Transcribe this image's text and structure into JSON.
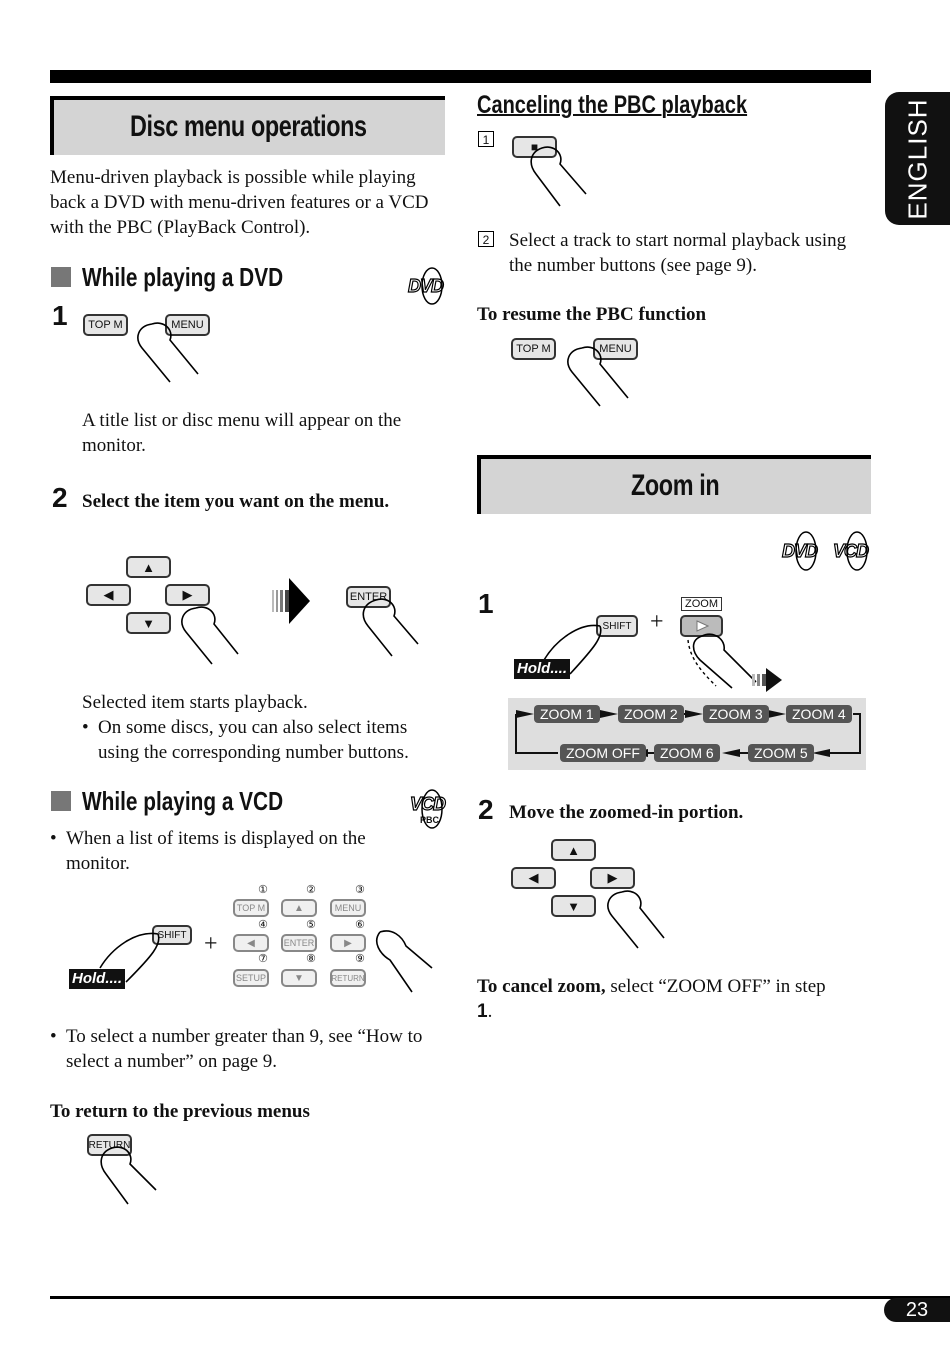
{
  "side_tab": "ENGLISH",
  "page_number": "23",
  "left": {
    "title": "Disc menu operations",
    "intro": "Menu-driven playback is possible while playing back a DVD with menu-driven features or a VCD with the PBC (PlayBack Control).",
    "dvd": {
      "heading": "While playing a DVD",
      "icon": "DVD",
      "step1_num": "1",
      "keys": {
        "topm": "TOP M",
        "menu": "MENU",
        "enter": "ENTER",
        "up": "▲",
        "down": "▼",
        "left": "◀",
        "right": "▶"
      },
      "step1_text": "A title list or disc menu will appear on the monitor.",
      "step2_num": "2",
      "step2_text": "Select the item you want on the menu.",
      "result": "Selected item starts playback.",
      "bullet": "On some discs, you can also select items using the corresponding number buttons."
    },
    "vcd": {
      "heading": "While playing a VCD",
      "icon": "VCD",
      "icon_sub": "PBC",
      "bullet1": "When a list of items is displayed on the monitor.",
      "shift": "SHIFT",
      "hold": "Hold....",
      "plus": "+",
      "grid_nums": [
        "①",
        "②",
        "③",
        "④",
        "⑤",
        "⑥",
        "⑦",
        "⑧",
        "⑨"
      ],
      "grid_keys": [
        "TOP M",
        "▲",
        "MENU",
        "◀",
        "ENTER",
        "▶",
        "SETUP",
        "▼",
        "RETURN"
      ],
      "bullet2": "To select a number greater than 9, see “How to select a number” on page 9.",
      "return_heading": "To return to the previous menus",
      "return_key": "RETURN"
    }
  },
  "right": {
    "pbc_heading": "Canceling the PBC playback",
    "step1_box": "1",
    "stop_key": "■",
    "step2_box": "2",
    "step2_text": "Select a track to start normal playback using the number buttons (see page 9).",
    "resume_heading": "To resume the PBC function",
    "resume_keys": {
      "topm": "TOP M",
      "menu": "MENU"
    },
    "zoom": {
      "title": "Zoom in",
      "icons": [
        "DVD",
        "VCD"
      ],
      "step1_num": "1",
      "zoom_label": "ZOOM",
      "shift": "SHIFT",
      "hold": "Hold....",
      "plus": "+",
      "cycle_top": [
        "ZOOM 1",
        "ZOOM 2",
        "ZOOM 3",
        "ZOOM 4"
      ],
      "cycle_bottom": [
        "ZOOM OFF",
        "ZOOM 6",
        "ZOOM 5"
      ],
      "step2_num": "2",
      "step2_text": "Move the zoomed-in portion.",
      "cancel_bold": "To cancel zoom,",
      "cancel_text": " select “ZOOM OFF” in step ",
      "cancel_step": "1",
      "cancel_end": "."
    }
  }
}
